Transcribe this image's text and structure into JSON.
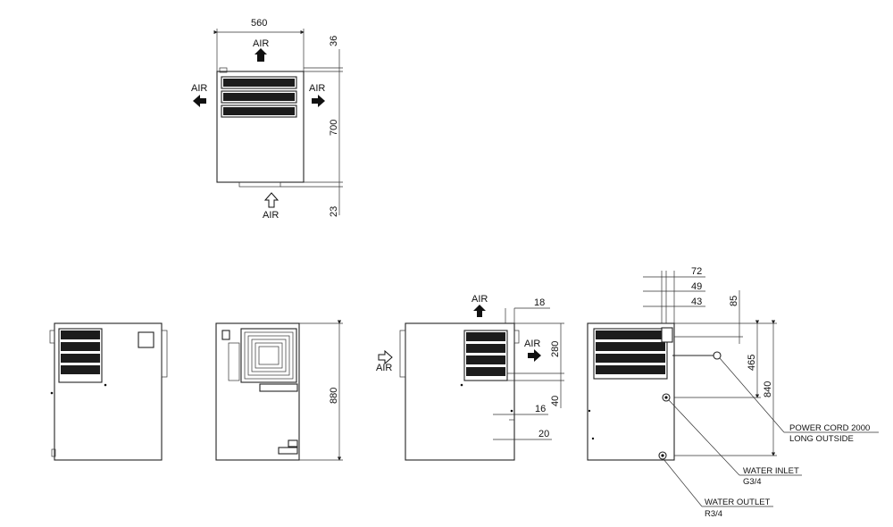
{
  "labels": {
    "air": "AIR",
    "power_cord_1": "POWER CORD 2000",
    "power_cord_2": "LONG OUTSIDE",
    "water_inlet_1": "WATER INLET",
    "water_inlet_2": "G3/4",
    "water_outlet_1": "WATER OUTLET",
    "water_outlet_2": "R3/4"
  },
  "dimensions": {
    "top_width": "560",
    "top_upper": "36",
    "top_depth": "700",
    "top_lower": "23",
    "front_height": "880",
    "side_top_offset": "18",
    "side_vent_height": "280",
    "side_vent_gap": "40",
    "side_low_1": "16",
    "side_low_2": "20",
    "rear_72": "72",
    "rear_49": "49",
    "rear_43": "43",
    "rear_85": "85",
    "rear_465": "465",
    "rear_840": "840"
  }
}
